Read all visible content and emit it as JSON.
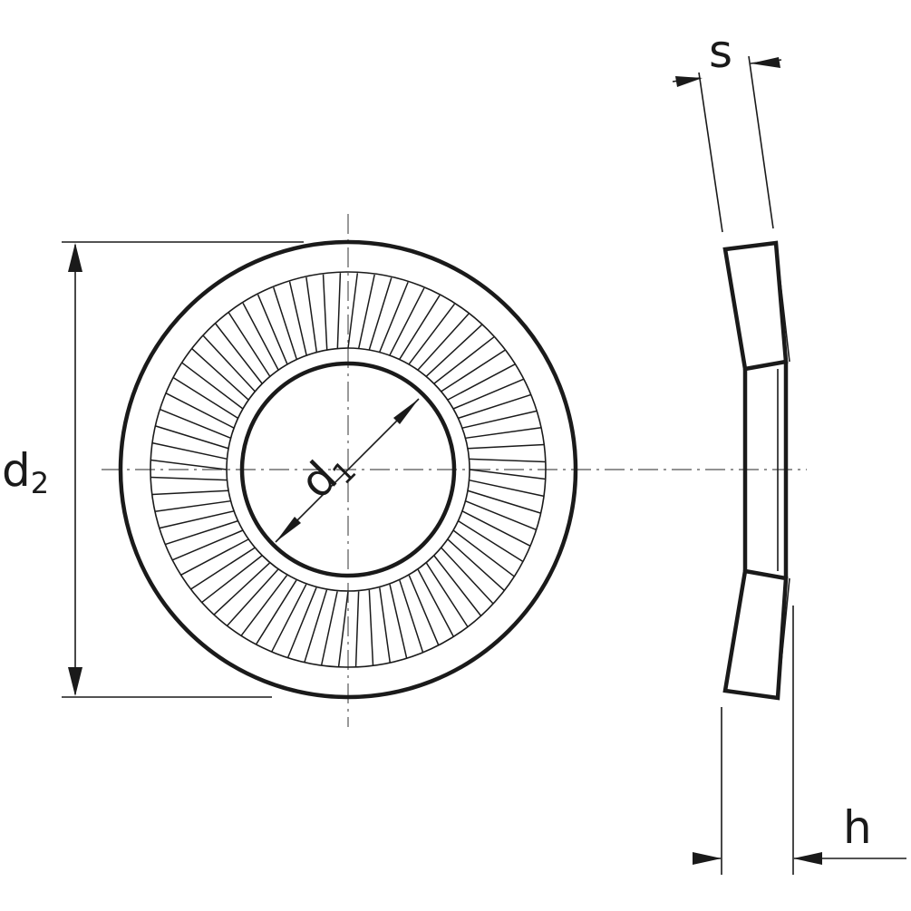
{
  "drawing": {
    "labels": {
      "d2": {
        "main": "d",
        "sub": "2"
      },
      "d1": {
        "main": "d",
        "sub": "1"
      },
      "s": "s",
      "h": "h"
    },
    "teeth_count": 72
  }
}
